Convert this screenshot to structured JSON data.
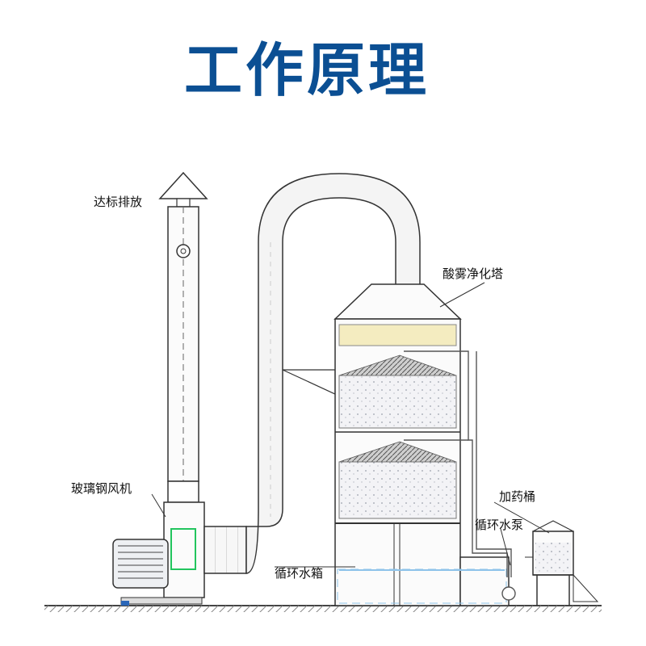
{
  "title": "工作原理",
  "labels": {
    "exhaust": "达标排放",
    "tower": "酸雾净化塔",
    "fan": "玻璃钢风机",
    "dosing_tank": "加药桶",
    "pump": "循环水泵",
    "water_tank": "循环水箱"
  },
  "colors": {
    "title": "#0b4f93",
    "fan_outlet": "#22c55e",
    "demister": "#f4ecc0",
    "water": "#8ec3ea"
  }
}
